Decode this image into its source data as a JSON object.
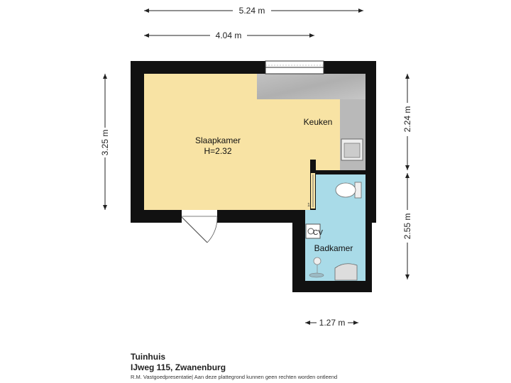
{
  "dimensions": {
    "total_width": "5.24 m",
    "room_width": "4.04 m",
    "left_height": "3.25 m",
    "right_upper_height": "2.24 m",
    "right_lower_height": "2.55 m",
    "bath_width": "1.27 m"
  },
  "rooms": {
    "slaapkamer": {
      "name": "Slaapkamer",
      "height": "H=2.32"
    },
    "keuken": {
      "name": "Keuken"
    },
    "badkamer": {
      "name": "Badkamer"
    }
  },
  "labels": {
    "cv": "CV",
    "marker": "1"
  },
  "footer": {
    "title": "Tuinhuis",
    "address": "IJweg 115, Zwanenburg",
    "disclaimer": "R.M. Vastgoedpresentatie| Aan deze plattegrond kunnen geen rechten worden ontleend"
  },
  "colors": {
    "wall": "#111111",
    "bedroom_floor": "#f8e3a4",
    "kitchen_floor": "#b8b8b8",
    "bathroom_floor": "#a9dbe8"
  }
}
